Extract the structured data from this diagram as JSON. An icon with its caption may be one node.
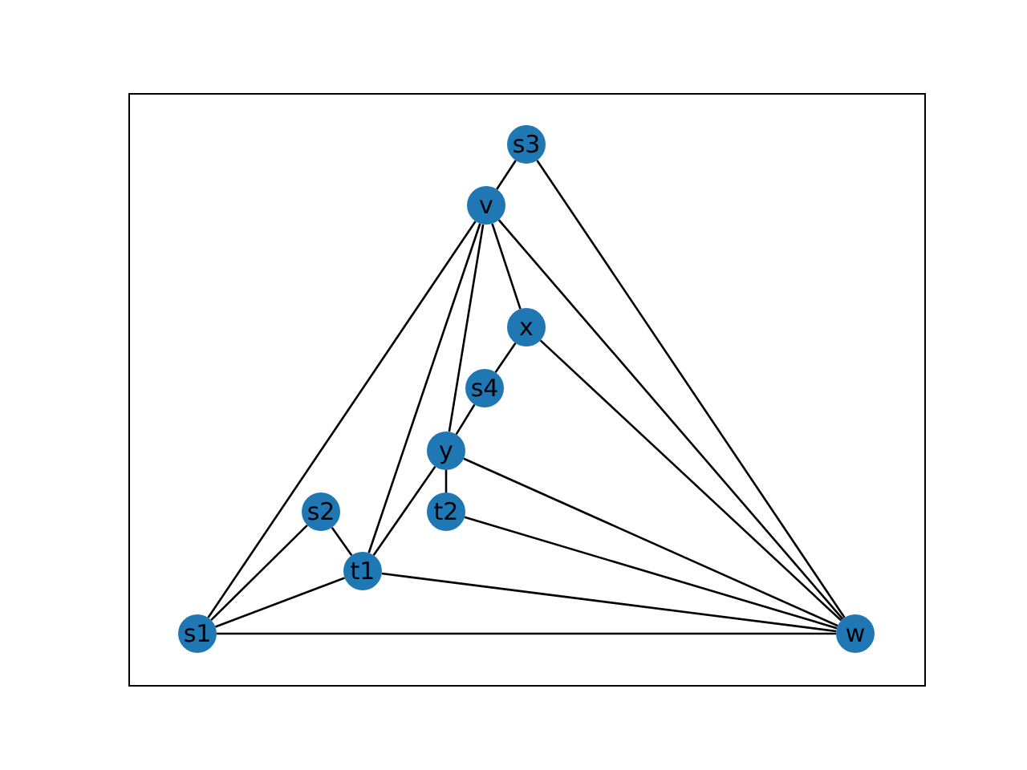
{
  "diagram": {
    "nodes": [
      {
        "text": [
          "s3"
        ]
      },
      {
        "text": [
          "v"
        ]
      },
      {
        "text": [
          "x"
        ]
      },
      {
        "text": [
          "s4"
        ]
      },
      {
        "text": [
          "y"
        ]
      },
      {
        "text": [
          "s2"
        ]
      },
      {
        "text": [
          "t2"
        ]
      },
      {
        "text": [
          "t1"
        ]
      },
      {
        "text": [
          "s1"
        ]
      },
      {
        "text": [
          "w"
        ]
      }
    ],
    "edges": [
      {
        "from": 0,
        "to": 1,
        "arrow": "none"
      },
      {
        "from": 0,
        "to": 9,
        "arrow": "none"
      },
      {
        "from": 1,
        "to": 2,
        "arrow": "none"
      },
      {
        "from": 1,
        "to": 9,
        "arrow": "none"
      },
      {
        "from": 1,
        "to": 8,
        "arrow": "none"
      },
      {
        "from": 1,
        "to": 7,
        "arrow": "none"
      },
      {
        "from": 1,
        "to": 4,
        "arrow": "none"
      },
      {
        "from": 2,
        "to": 3,
        "arrow": "none"
      },
      {
        "from": 2,
        "to": 9,
        "arrow": "none"
      },
      {
        "from": 3,
        "to": 4,
        "arrow": "none"
      },
      {
        "from": 4,
        "to": 6,
        "arrow": "none"
      },
      {
        "from": 4,
        "to": 7,
        "arrow": "none"
      },
      {
        "from": 4,
        "to": 9,
        "arrow": "none"
      },
      {
        "from": 6,
        "to": 9,
        "arrow": "none"
      },
      {
        "from": 5,
        "to": 8,
        "arrow": "none"
      },
      {
        "from": 5,
        "to": 7,
        "arrow": "none"
      },
      {
        "from": 7,
        "to": 8,
        "arrow": "none"
      },
      {
        "from": 7,
        "to": 9,
        "arrow": "none"
      },
      {
        "from": 8,
        "to": 9,
        "arrow": "none"
      }
    ]
  }
}
